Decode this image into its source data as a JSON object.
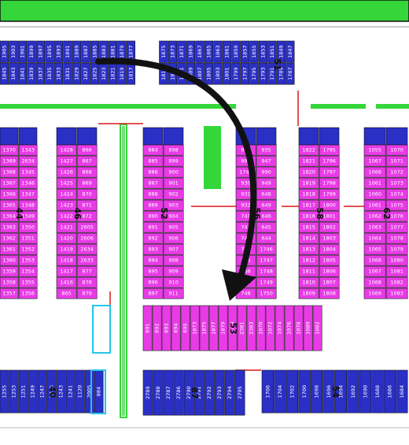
{
  "colors": {
    "blue_stall": "#2a2fc6",
    "pink_stall": "#e83be6",
    "green_strip": "#35d63a",
    "walkway_red": "#d81a1a",
    "arrow": "#111111",
    "cyan_outline": "#26c6e6"
  },
  "blocks": [
    {
      "id": "51",
      "label": "51",
      "labels": [
        "1905",
        "1903",
        "1901",
        "1899",
        "1897",
        "1895",
        "1893",
        "1891",
        "1889",
        "1887",
        "1885",
        "1883",
        "1881",
        "1879",
        "1877",
        "1875",
        "1873",
        "1871",
        "1869",
        "1867",
        "1865",
        "1863",
        "1861",
        "1859",
        "1857",
        "1855",
        "1853",
        "1851",
        "1849",
        "1847",
        "1845",
        "1843",
        "1841",
        "1839",
        "1837",
        "1835",
        "1833",
        "1831",
        "1829",
        "1827",
        "1825",
        "1823",
        "1821",
        "1819",
        "1817",
        "1815",
        "1813",
        "1811",
        "1809",
        "1807",
        "1805",
        "1803",
        "1801",
        "1799",
        "1797",
        "1795",
        "1793",
        "1791",
        "1789",
        "1787"
      ]
    },
    {
      "id": "44",
      "label": "44",
      "labels": [
        "1370",
        "1343",
        "1369",
        "2634",
        "1368",
        "1345",
        "1367",
        "1346",
        "1366",
        "1347",
        "1365",
        "1348",
        "1364",
        "1349",
        "1363",
        "1350",
        "1362",
        "1351",
        "1361",
        "1352",
        "1360",
        "1353",
        "1359",
        "1354",
        "1358",
        "1355",
        "1357",
        "1356"
      ]
    },
    {
      "id": "46",
      "label": "46",
      "labels": [
        "1428",
        "866",
        "1427",
        "867",
        "1426",
        "868",
        "1425",
        "869",
        "1424",
        "870",
        "1423",
        "871",
        "1422",
        "872",
        "1421",
        "2605",
        "1420",
        "2606",
        "1419",
        "2634",
        "1418",
        "2633",
        "1417",
        "877",
        "1416",
        "878",
        "865",
        "879"
      ]
    },
    {
      "id": "52",
      "label": "52",
      "labels": [
        "884",
        "898",
        "885",
        "899",
        "886",
        "900",
        "887",
        "901",
        "888",
        "902",
        "889",
        "903",
        "890",
        "904",
        "891",
        "905",
        "892",
        "906",
        "893",
        "907",
        "894",
        "908",
        "895",
        "909",
        "896",
        "910",
        "897",
        "911"
      ]
    },
    {
      "id": "56",
      "label": "56",
      "labels": [
        "992",
        "935",
        "993",
        "947",
        "1744",
        "990",
        "930",
        "949",
        "931",
        "648",
        "932",
        "649",
        "741",
        "646",
        "742",
        "645",
        "743",
        "644",
        "744",
        "1746",
        "745",
        "1747",
        "746",
        "1748",
        "747",
        "1749",
        "748",
        "1750"
      ]
    },
    {
      "id": "58",
      "label": "58",
      "labels": [
        "1822",
        "1795",
        "1821",
        "1796",
        "1820",
        "1797",
        "1819",
        "1798",
        "1818",
        "1799",
        "1817",
        "1800",
        "1816",
        "1801",
        "1815",
        "1802",
        "1814",
        "1803",
        "1813",
        "1804",
        "1812",
        "1805",
        "1811",
        "1806",
        "1810",
        "1807",
        "1809",
        "1808"
      ]
    },
    {
      "id": "62",
      "label": "62",
      "labels": [
        "1055",
        "1070",
        "1067",
        "1071",
        "1066",
        "1072",
        "1061",
        "1073",
        "1060",
        "1074",
        "1061",
        "1075",
        "1062",
        "1076",
        "1063",
        "1077",
        "1064",
        "1078",
        "1065",
        "1079",
        "1066",
        "1080",
        "1067",
        "1081",
        "1068",
        "1082",
        "1069",
        "1083"
      ]
    },
    {
      "id": "53",
      "label": "53",
      "labels": [
        "691",
        "692",
        "693",
        "694",
        "695",
        "1873",
        "1875",
        "1877",
        "1879",
        "2379",
        "2381",
        "2383",
        "1070",
        "1072",
        "1074",
        "1076",
        "1078",
        "1080",
        "1082"
      ]
    },
    {
      "id": "40",
      "label": "40",
      "labels": [
        "1255",
        "1253",
        "1251",
        "1249",
        "1247",
        "1245",
        "1243",
        "1241",
        "1120",
        "2005",
        "884"
      ]
    },
    {
      "id": "87",
      "label": "87",
      "labels": [
        "2789",
        "2788",
        "2787",
        "2786",
        "2790",
        "2791",
        "2792",
        "2793",
        "2794",
        "2795"
      ]
    },
    {
      "id": "54",
      "label": "54",
      "labels": [
        "1706",
        "1704",
        "1702",
        "1700",
        "1698",
        "1696",
        "1694",
        "1692",
        "1690",
        "1688",
        "1686",
        "1684"
      ]
    }
  ]
}
